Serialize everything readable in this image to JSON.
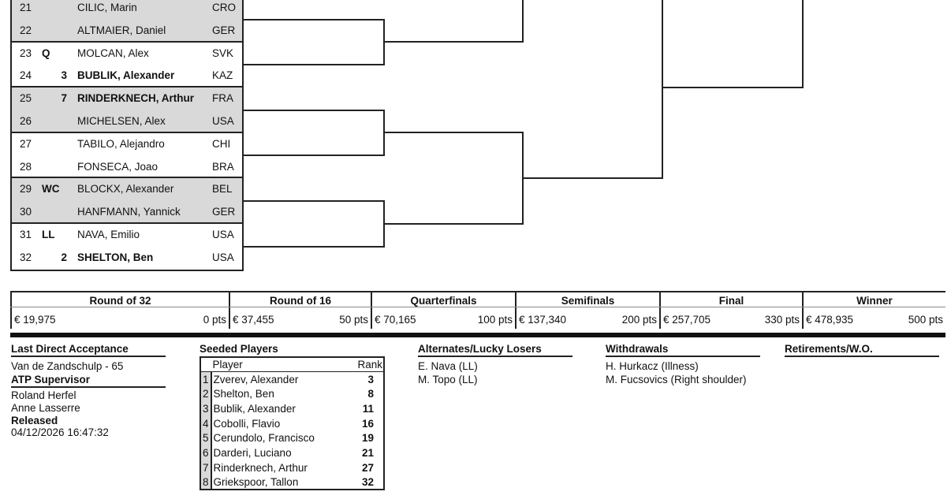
{
  "draw": [
    {
      "num": "21",
      "entry": "",
      "seed": "",
      "name": "CILIC, Marin",
      "country": "CRO",
      "bold": false
    },
    {
      "num": "22",
      "entry": "",
      "seed": "",
      "name": "ALTMAIER, Daniel",
      "country": "GER",
      "bold": false
    },
    {
      "num": "23",
      "entry": "Q",
      "seed": "",
      "name": "MOLCAN, Alex",
      "country": "SVK",
      "bold": false
    },
    {
      "num": "24",
      "entry": "",
      "seed": "3",
      "name": "BUBLIK, Alexander",
      "country": "KAZ",
      "bold": true
    },
    {
      "num": "25",
      "entry": "",
      "seed": "7",
      "name": "RINDERKNECH, Arthur",
      "country": "FRA",
      "bold": true
    },
    {
      "num": "26",
      "entry": "",
      "seed": "",
      "name": "MICHELSEN, Alex",
      "country": "USA",
      "bold": false
    },
    {
      "num": "27",
      "entry": "",
      "seed": "",
      "name": "TABILO, Alejandro",
      "country": "CHI",
      "bold": false
    },
    {
      "num": "28",
      "entry": "",
      "seed": "",
      "name": "FONSECA, Joao",
      "country": "BRA",
      "bold": false
    },
    {
      "num": "29",
      "entry": "WC",
      "seed": "",
      "name": "BLOCKX, Alexander",
      "country": "BEL",
      "bold": false
    },
    {
      "num": "30",
      "entry": "",
      "seed": "",
      "name": "HANFMANN, Yannick",
      "country": "GER",
      "bold": false
    },
    {
      "num": "31",
      "entry": "LL",
      "seed": "",
      "name": "NAVA, Emilio",
      "country": "USA",
      "bold": false
    },
    {
      "num": "32",
      "entry": "",
      "seed": "2",
      "name": "SHELTON, Ben",
      "country": "USA",
      "bold": true
    }
  ],
  "prize": [
    {
      "round": "Round of 32",
      "money": "€ 19,975",
      "points": "0 pts"
    },
    {
      "round": "Round of 16",
      "money": "€ 37,455",
      "points": "50 pts"
    },
    {
      "round": "Quarterfinals",
      "money": "€ 70,165",
      "points": "100 pts"
    },
    {
      "round": "Semifinals",
      "money": "€ 137,340",
      "points": "200 pts"
    },
    {
      "round": "Final",
      "money": "€ 257,705",
      "points": "330 pts"
    },
    {
      "round": "Winner",
      "money": "€ 478,935",
      "points": "500 pts"
    }
  ],
  "info": {
    "lda_title": "Last Direct Acceptance",
    "lda_value": "Van de Zandschulp - 65",
    "sup_title": "ATP Supervisor",
    "sup_1": "Roland Herfel",
    "sup_2": "Anne Lasserre",
    "rel_title": "Released",
    "rel_value": "04/12/2026 16:47:32",
    "seeded_title": "Seeded Players",
    "alt_title": "Alternates/Lucky Losers",
    "alt": [
      "E. Nava (LL)",
      "M. Topo (LL)"
    ],
    "wd_title": "Withdrawals",
    "wd": [
      "H. Hurkacz (Illness)",
      "M. Fucsovics (Right shoulder)"
    ],
    "ret_title": "Retirements/W.O."
  },
  "seeds": {
    "col_player": "Player",
    "col_rank": "Rank",
    "rows": [
      {
        "n": "1",
        "name": "Zverev, Alexander",
        "rank": "3"
      },
      {
        "n": "2",
        "name": "Shelton, Ben",
        "rank": "8"
      },
      {
        "n": "3",
        "name": "Bublik, Alexander",
        "rank": "11"
      },
      {
        "n": "4",
        "name": "Cobolli, Flavio",
        "rank": "16"
      },
      {
        "n": "5",
        "name": "Cerundolo, Francisco",
        "rank": "19"
      },
      {
        "n": "6",
        "name": "Darderi, Luciano",
        "rank": "21"
      },
      {
        "n": "7",
        "name": "Rinderknech, Arthur",
        "rank": "27"
      },
      {
        "n": "8",
        "name": "Griekspoor, Tallon",
        "rank": "32"
      }
    ]
  }
}
